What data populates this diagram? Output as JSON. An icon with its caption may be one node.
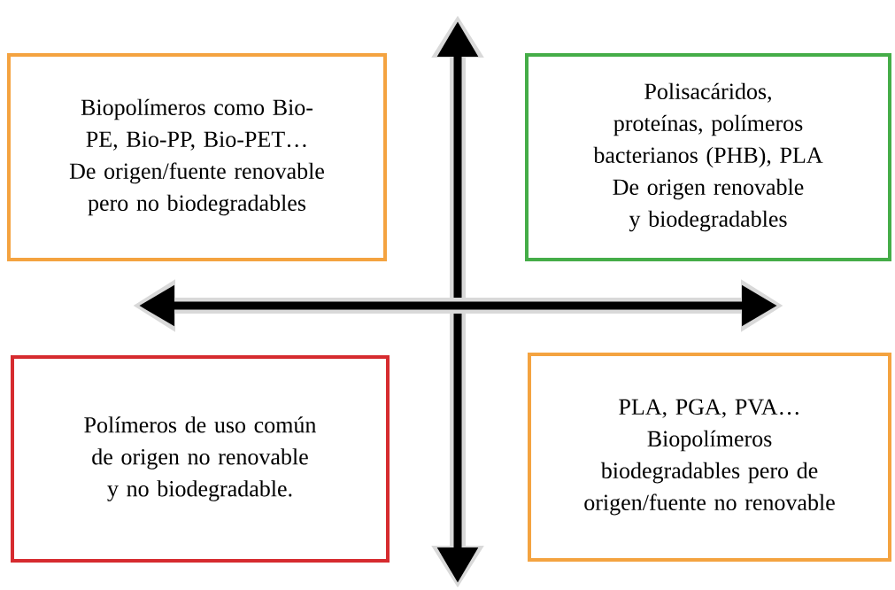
{
  "diagram": {
    "nodes": [
      {
        "text": [
          "Biopolímeros como Bio-PE, Bio-PP, Bio-PET…",
          "De origen/fuente renovable pero no biodegradables"
        ]
      },
      {
        "text": [
          "Polisacáridos, proteínas, polímeros bacterianos (PHB), PLA",
          "De origen renovable y biodegradables"
        ]
      },
      {
        "text": [
          "Polímeros de uso común de origen no renovable y no biodegradable."
        ]
      },
      {
        "text": [
          "PLA, PGA, PVA…",
          "Biopolímeros biodegradables pero de origen/fuente no renovable"
        ]
      }
    ]
  }
}
